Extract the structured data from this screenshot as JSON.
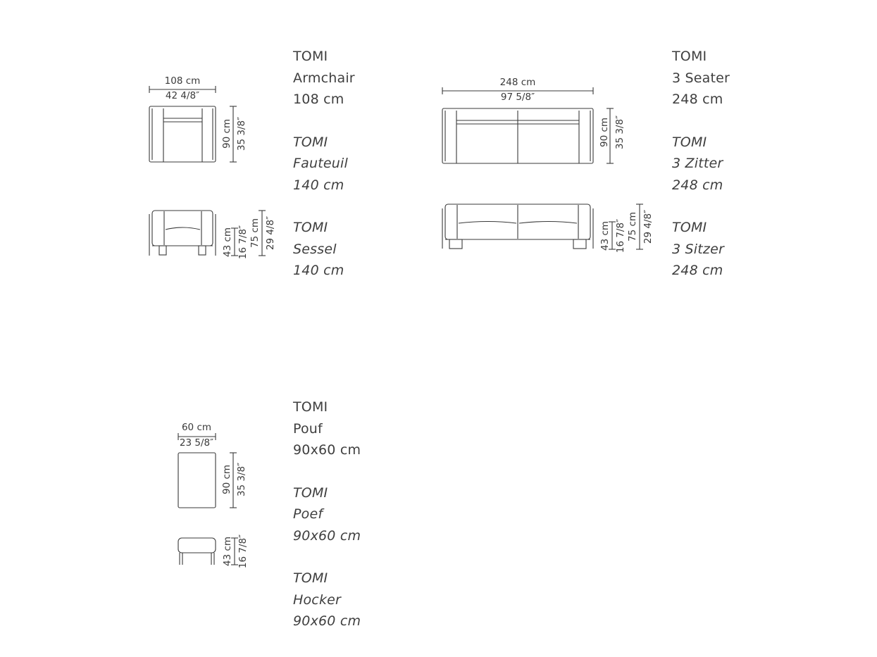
{
  "products": [
    {
      "id": "armchair",
      "lines_en": [
        "TOMI",
        "Armchair",
        "108 cm"
      ],
      "lines_fr": [
        "TOMI",
        "Fauteuil",
        "140 cm"
      ],
      "lines_de": [
        "TOMI",
        "Sessel",
        "140 cm"
      ],
      "dims": {
        "width_cm": "108 cm",
        "width_in": "42 4/8″",
        "depth_cm": "90 cm",
        "depth_in": "35 3/8″",
        "seat_cm": "43 cm",
        "seat_in": "16 7/8″",
        "height_cm": "75 cm",
        "height_in": "29 4/8″"
      }
    },
    {
      "id": "three-seater",
      "lines_en": [
        "TOMI",
        "3 Seater",
        "248 cm"
      ],
      "lines_fr": [
        "TOMI",
        "3 Zitter",
        "248 cm"
      ],
      "lines_de": [
        "TOMI",
        "3 Sitzer",
        "248 cm"
      ],
      "dims": {
        "width_cm": "248 cm",
        "width_in": "97 5/8″",
        "depth_cm": "90 cm",
        "depth_in": "35 3/8″",
        "seat_cm": "43 cm",
        "seat_in": "16 7/8″",
        "height_cm": "75 cm",
        "height_in": "29 4/8″"
      }
    },
    {
      "id": "pouf",
      "lines_en": [
        "TOMI",
        "Pouf",
        "90x60 cm"
      ],
      "lines_fr": [
        "TOMI",
        "Poef",
        "90x60 cm"
      ],
      "lines_de": [
        "TOMI",
        "Hocker",
        "90x60 cm"
      ],
      "dims": {
        "width_cm": "60 cm",
        "width_in": "23 5/8″",
        "depth_cm": "90 cm",
        "depth_in": "35 3/8″",
        "seat_cm": "43 cm",
        "seat_in": "16 7/8″"
      }
    }
  ]
}
